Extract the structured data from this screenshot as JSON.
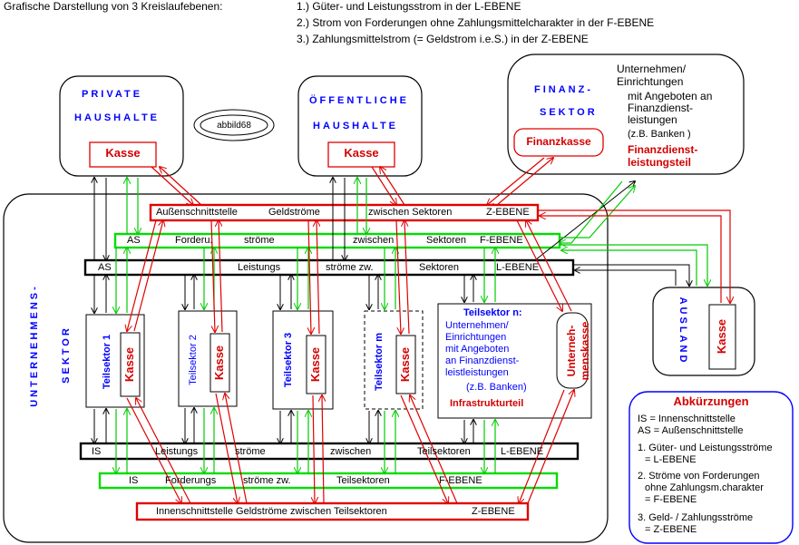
{
  "header": {
    "intro": "Grafische Darstellung von 3 Kreislaufebenen:",
    "line1": "1.) Güter- und Leistungsstrom in der L-EBENE",
    "line2": "2.) Strom von Forderungen ohne Zahlungsmittelcharakter in der F-EBENE",
    "line3": "3.) Zahlungsmittelstrom (= Geldstrom i.e.S.) in der Z-EBENE"
  },
  "private": {
    "title1": "PRIVATE",
    "title2": "HAUSHALTE",
    "kasse": "Kasse"
  },
  "badge": "abbild68",
  "public": {
    "title1": "ÖFFENTLICHE",
    "title2": "HAUSHALTE",
    "kasse": "Kasse"
  },
  "finanz": {
    "title1": "FINANZ-",
    "title2": "SEKTOR",
    "kasse": "Finanzkasse",
    "desc1": "Unternehmen/",
    "desc2": "Einrichtungen",
    "desc3": "mit Angeboten an",
    "desc4": "Finanzdienst-",
    "desc5": "leistungen",
    "desc6": "(z.B. Banken )",
    "teil1": "Finanzdienst-",
    "teil2": "leistungsteil"
  },
  "bands": {
    "z_top": {
      "a": "Außenschnittstelle",
      "b": "Geldströme",
      "c": "zwischen Sektoren",
      "d": "Z-EBENE"
    },
    "f_top": {
      "a": "AS",
      "b": "Forderu.",
      "c": "ströme",
      "d": "zwischen",
      "e": "Sektoren",
      "f": "F-EBENE"
    },
    "l_top": {
      "a": "AS",
      "b": "Leistungs",
      "c": "ströme zw.",
      "d": "Sektoren",
      "e": "L-EBENE"
    },
    "l_bot": {
      "a": "IS",
      "b": "Leistungs",
      "c": "ströme",
      "d": "zwischen",
      "e": "Teilsektoren",
      "f": "L-EBENE"
    },
    "f_bot": {
      "a": "IS",
      "b": "Forderungs",
      "c": "ströme zw.",
      "d": "Teilsektoren",
      "e": "F-EBENE"
    },
    "z_bot": {
      "a": "Innenschnittstelle Geldströme zwischen Teilsektoren",
      "b": "Z-EBENE"
    }
  },
  "unternehmen": {
    "title1": "UNTERNEHMENS-",
    "title2": "SEKTOR"
  },
  "teilsektoren": [
    {
      "name": "Teilsektor 1",
      "kasse": "Kasse"
    },
    {
      "name": "Teilsektor 2",
      "kasse": "Kasse"
    },
    {
      "name": "Teilsektor 3",
      "kasse": "Kasse"
    },
    {
      "name": "Teilsektor m",
      "kasse": "Kasse"
    }
  ],
  "teilsektor_n": {
    "title": "Teilsektor n:",
    "l1": "Unternehmen/",
    "l2": "Einrichtungen",
    "l3": "mit Angeboten",
    "l4": "an Finanzdienst-",
    "l5": "leistleistungen",
    "l6": "(z.B. Banken)",
    "teil": "Infrastrukturteil",
    "kasse1": "Unterneh-",
    "kasse2": "menskasse"
  },
  "ausland": {
    "title": "AUSLAND",
    "kasse": "Kasse"
  },
  "legend": {
    "title": "Abkürzungen",
    "is": "IS = Innenschnittstelle",
    "as": "AS = Außenschnittstelle",
    "i1a": "1. Güter- und Leistungsströme",
    "i1b": "= L-EBENE",
    "i2a": "2. Ströme von Forderungen",
    "i2b": "ohne Zahlungsm.charakter",
    "i2c": "= F-EBENE",
    "i3a": "3. Geld- / Zahlungsströme",
    "i3b": "= Z-EBENE"
  },
  "colors": {
    "red": "#e00000",
    "green": "#00dd00",
    "blue": "#0000ff",
    "black": "#000000"
  }
}
